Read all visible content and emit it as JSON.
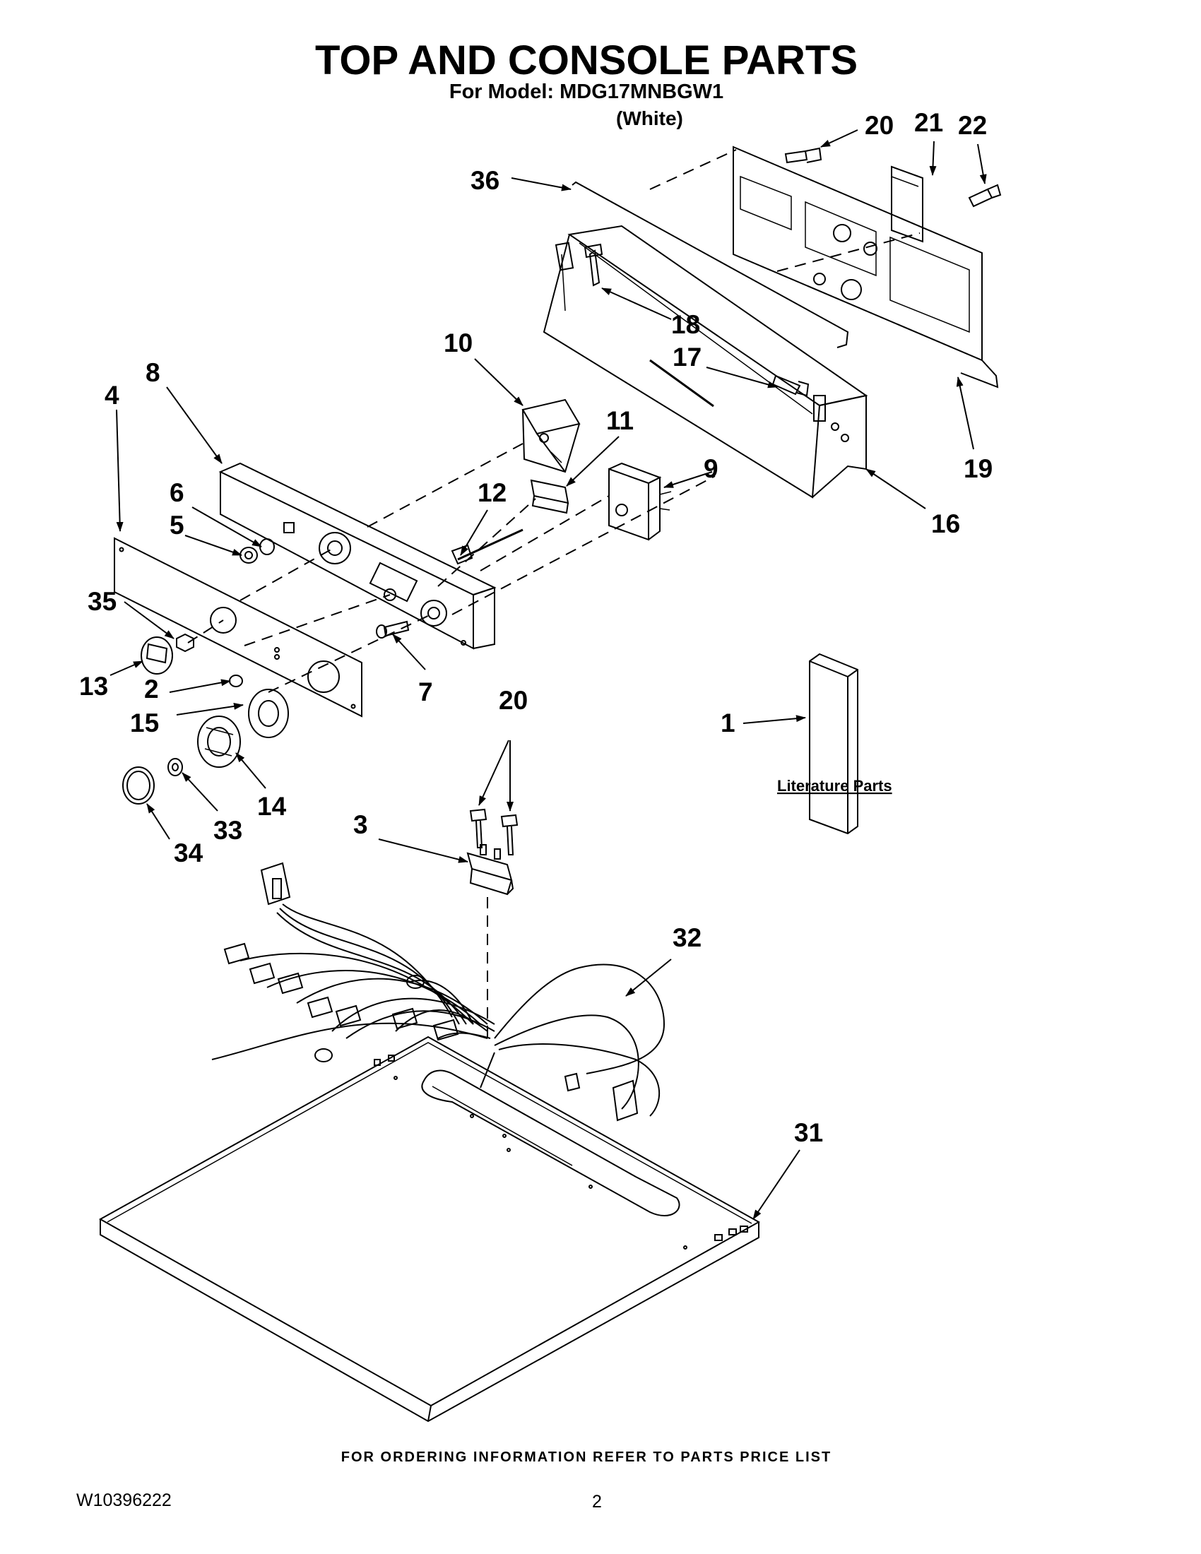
{
  "header": {
    "title": "TOP AND CONSOLE PARTS",
    "subtitle": "For Model: MDG17MNBGW1",
    "variant": "(White)"
  },
  "callouts": [
    "20",
    "21",
    "22",
    "36",
    "18",
    "17",
    "19",
    "16",
    "10",
    "11",
    "9",
    "12",
    "8",
    "4",
    "6",
    "5",
    "35",
    "13",
    "2",
    "7",
    "15",
    "14",
    "33",
    "34",
    "20",
    "3",
    "1",
    "32",
    "31"
  ],
  "literature_label": "Literature Parts",
  "footer": {
    "note": "FOR ORDERING INFORMATION REFER TO PARTS PRICE LIST",
    "doc_number": "W10396222",
    "page_number": "2"
  }
}
